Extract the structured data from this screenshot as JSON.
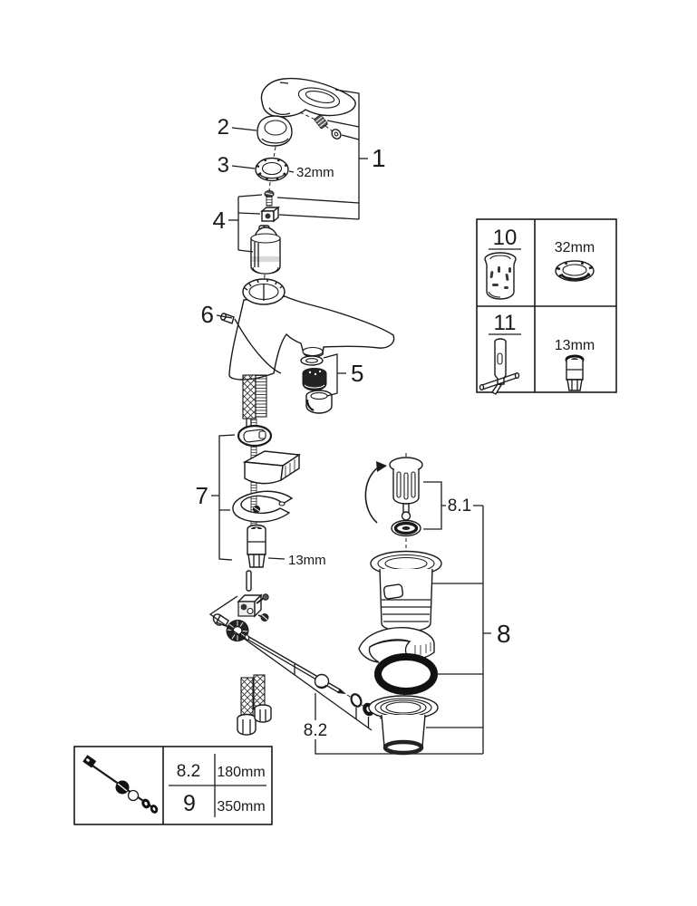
{
  "diagram": {
    "type": "exploded-parts-diagram",
    "callouts": {
      "c1": "1",
      "c2": "2",
      "c3": "3",
      "c4": "4",
      "c5": "5",
      "c6": "6",
      "c7": "7",
      "c8": "8",
      "c8_1": "8.1",
      "c8_2": "8.2"
    },
    "dimensions": {
      "mounting_ring": "32mm",
      "mounting_nut": "13mm"
    },
    "tools_box": {
      "cells": [
        {
          "id": "10",
          "size": "32mm"
        },
        {
          "id": "11",
          "size": "13mm"
        }
      ]
    },
    "spec_box": {
      "rows": [
        {
          "id": "8.2",
          "length": "180mm"
        },
        {
          "id": "9",
          "length": "350mm"
        }
      ]
    },
    "colors": {
      "line": "#1a1a1a",
      "background": "#ffffff"
    }
  }
}
